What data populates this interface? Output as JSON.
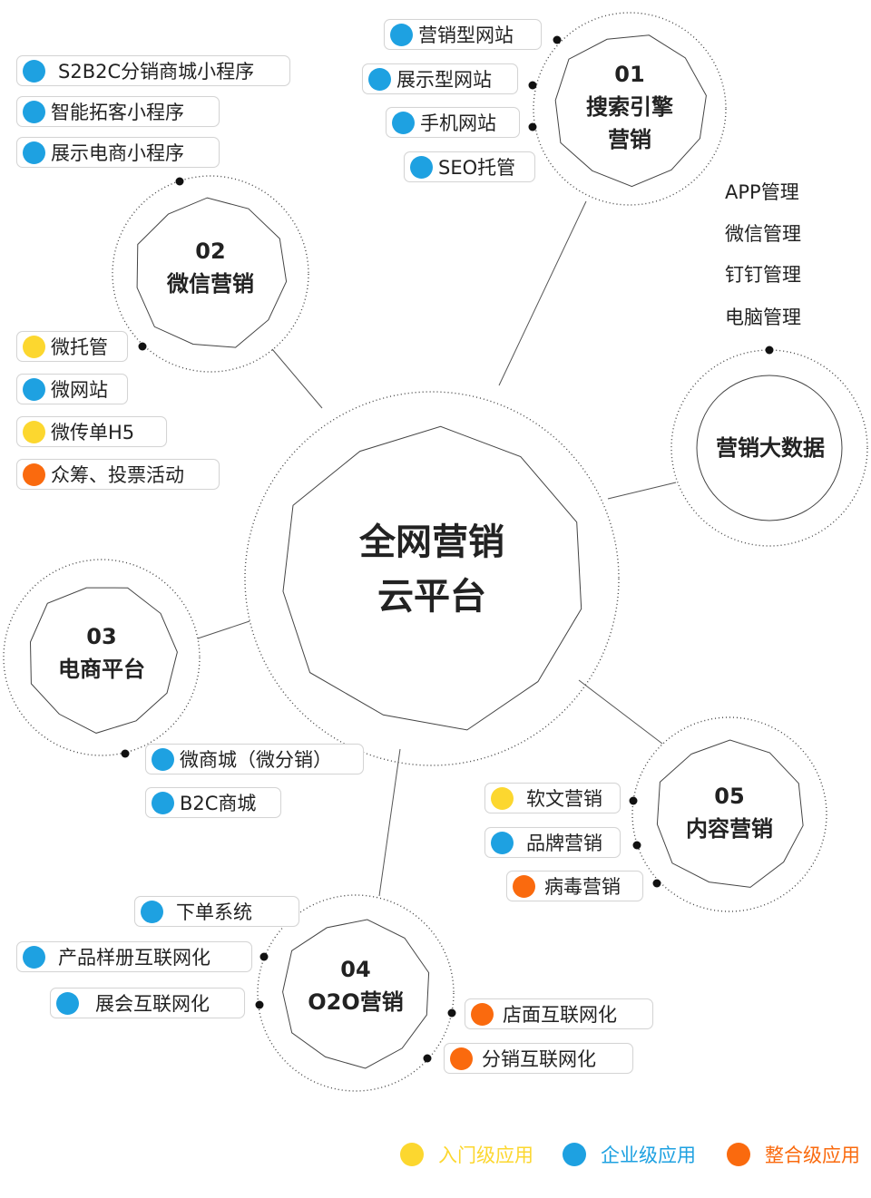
{
  "center": {
    "line1": "全网营销",
    "line2": "云平台"
  },
  "nodes": {
    "n01": {
      "num": "01",
      "l1": "搜索引擎",
      "l2": "营销"
    },
    "n02": {
      "num": "02",
      "l1": "微信营销"
    },
    "n03": {
      "num": "03",
      "l1": "电商平台"
    },
    "n04": {
      "num": "04",
      "l1": "O2O营销"
    },
    "n05": {
      "num": "05",
      "l1": "内容营销"
    },
    "bigdata": {
      "l1": "营销大数据",
      "items": [
        "APP管理",
        "微信管理",
        "钉钉管理",
        "电脑管理"
      ]
    }
  },
  "tags": {
    "t01": [
      "营销型网站",
      "展示型网站",
      "手机网站",
      "SEO托管"
    ],
    "tmini": [
      "S2B2C分销商城小程序",
      "智能拓客小程序",
      "展示电商小程序"
    ],
    "t02": [
      "微托管",
      "微网站",
      "微传单H5",
      "众筹、投票活动"
    ],
    "t03": [
      "微商城（微分销）",
      "B2C商城"
    ],
    "t05": [
      "软文营销",
      "品牌营销",
      "病毒营销"
    ],
    "t04": [
      "下单系统",
      "产品样册互联网化",
      "展会互联网化",
      "店面互联网化",
      "分销互联网化"
    ]
  },
  "legend": [
    {
      "label": "入门级应用",
      "color": "#fcd72f"
    },
    {
      "label": "企业级应用",
      "color": "#1ea1e1"
    },
    {
      "label": "整合级应用",
      "color": "#fa6a0e"
    }
  ]
}
